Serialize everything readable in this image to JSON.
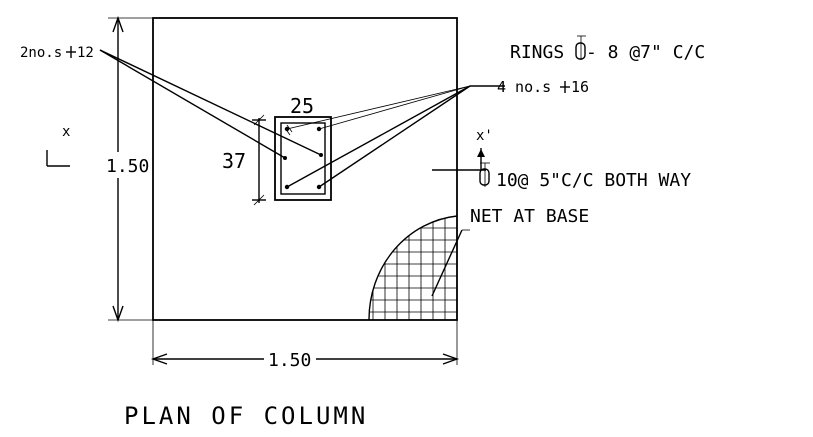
{
  "drawing": {
    "title": "PLAN OF COLUMN",
    "labels": {
      "bars_2no": "2no.s",
      "bars_2no_dia": "12",
      "rings": "RINGS",
      "rings_spec": "- 8 @7\" C/C",
      "bars_4no": "4 no.s",
      "bars_4no_dia": "16",
      "axis_x": "x",
      "axis_x_prime": "x'",
      "dim_vertical": "1.50",
      "dim_horizontal": "1.50",
      "column_width": "25",
      "column_depth": "37",
      "mesh_spec": "10@ 5\"C/C   BOTH WAY",
      "net_at_base": "NET AT BASE"
    }
  }
}
